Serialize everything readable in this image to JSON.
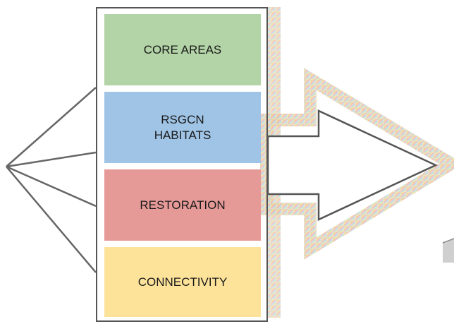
{
  "categories": [
    {
      "id": "core",
      "label": "CORE AREAS",
      "color": "#b3d4a6"
    },
    {
      "id": "rsgcn",
      "label": "RSGCN\nHABITATS",
      "color": "#a0c4e6"
    },
    {
      "id": "restoration",
      "label": "RESTORATION",
      "color": "#e59a98"
    },
    {
      "id": "connectivity",
      "label": "CONNECTIVITY",
      "color": "#fde39a"
    }
  ],
  "colors": {
    "outline": "#555555",
    "lines": "#666666",
    "arrow_fill": "#ffffff"
  },
  "icons": [
    "fan-lines-icon",
    "right-arrow-icon"
  ]
}
